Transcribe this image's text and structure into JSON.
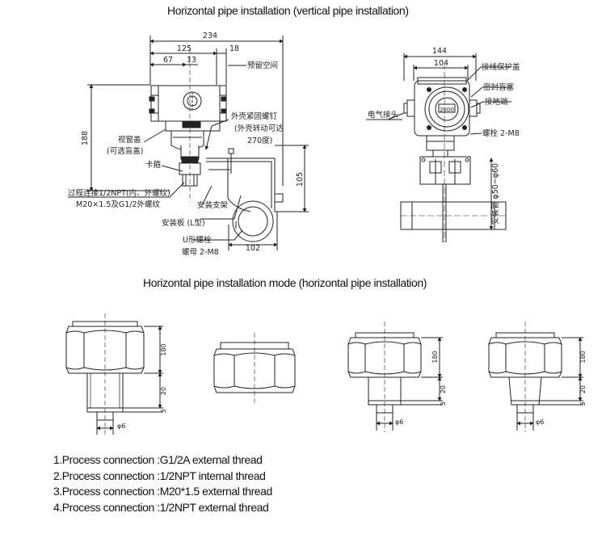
{
  "titles": {
    "top": "Horizontal pipe installation (vertical pipe installation)",
    "middle": "Horizontal pipe installation mode (horizontal pipe installation)"
  },
  "left_drawing": {
    "dims": [
      "234",
      "125",
      "18",
      "67",
      "13",
      "188",
      "105",
      "102"
    ],
    "labels": {
      "reserved_space": "预留空间",
      "housing_screw": "外壳紧固螺钉",
      "housing_rotate": "(外壳转动可达",
      "rotate_deg": "270度)",
      "window_cover": "视窗盖",
      "optional_blind": "(可选盲盖)",
      "clamp": "卡箍",
      "process_conn_1": "过程连接1/2NPT(内、外螺纹)",
      "process_conn_2": "M20×1.5及G1/2外螺纹",
      "mount_bracket": "安装支架",
      "mount_plate": "安装板 (L型)",
      "u_bolt": "U形螺栓",
      "nut": "螺母 2-M8"
    }
  },
  "right_drawing": {
    "dims": [
      "144",
      "104"
    ],
    "labels": {
      "terminal_cover": "接线保护盖",
      "sealed_blind": "密封盲塞",
      "ground_terminal": "接地端",
      "electric_connector": "电气接头",
      "bolt": "螺栓 2-M8",
      "pipe_dia": "安装管 φ50~φ60"
    },
    "display_value": "2000"
  },
  "fittings": [
    {
      "dims": [
        "180",
        "20",
        "3",
        "φ6"
      ]
    },
    {
      "dims": []
    },
    {
      "dims": [
        "180",
        "20",
        "3",
        "φ6"
      ]
    },
    {
      "dims": [
        "180",
        "20",
        "3",
        "φ6"
      ]
    }
  ],
  "connections": [
    "1.Process connection :G1/2A external thread",
    "2.Process connection :1/2NPT internal thread",
    "3.Process connection :M20*1.5 external thread",
    "4.Process connection :1/2NPT external thread"
  ]
}
